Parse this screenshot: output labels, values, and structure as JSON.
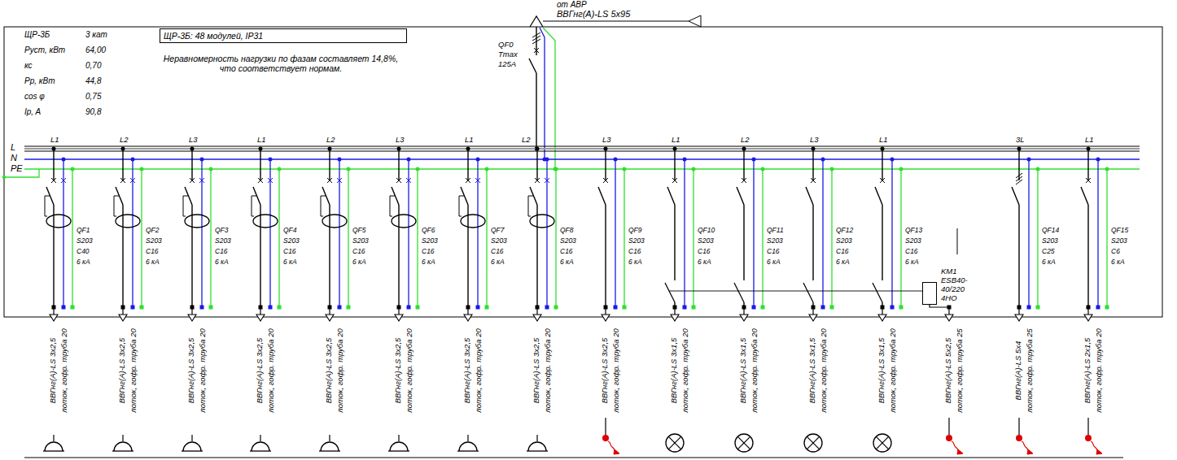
{
  "diagram": {
    "nodes": [
      {
        "text": [
          "ЩР-3Б: 48 модулей, IP31"
        ]
      },
      {
        "text": [
          "KM1 ESB40-40/220 4НО"
        ]
      }
    ],
    "labels": [
      "от АВР",
      "ВВГнг(А)-LS 5х95",
      "ЩР-3Б",
      "3 кат",
      "Руст, кВт",
      "64,00",
      "кс",
      "0,70",
      "Рр, кВт",
      "44,8",
      "cos φ",
      "0,75",
      "Ip, A",
      "90,8",
      "Неравномерность нагрузки по фазам составляет 14,8%, что соответствует нормам.",
      "QF0",
      "Tmax",
      "125A",
      "L",
      "N",
      "PE",
      "L1",
      "QF1",
      "S203",
      "C40",
      "6 кА",
      "L2",
      "QF2",
      "S203",
      "C16",
      "6 кА",
      "L3",
      "QF3",
      "S203",
      "C16",
      "6 кА",
      "L1",
      "QF4",
      "S203",
      "C16",
      "6 кА",
      "L2",
      "QF5",
      "S203",
      "C16",
      "6 кА",
      "L3",
      "QF6",
      "S203",
      "C16",
      "6 кА",
      "L1",
      "QF7",
      "S203",
      "C16",
      "6 кА",
      "L2",
      "QF8",
      "S203",
      "C16",
      "6 кА",
      "L3",
      "QF9",
      "S203",
      "C16",
      "6 кА",
      "L1",
      "QF10",
      "S203",
      "C16",
      "6 кА",
      "L2",
      "QF11",
      "S203",
      "C16",
      "6 кА",
      "L3",
      "QF12",
      "S203",
      "C16",
      "6 кА",
      "L1",
      "QF13",
      "S203",
      "C16",
      "6 кА",
      "3L",
      "QF14",
      "S203",
      "C25",
      "6 кА",
      "L1",
      "QF15",
      "S203",
      "C6",
      "6 кА",
      "ВВГнг(А)-LS 3х2,5",
      "лоток, гофр. труба 20",
      "ВВГнг(А)-LS 3х2,5",
      "лоток, гофр. труба 20",
      "ВВГнг(А)-LS 3х2,5",
      "лоток, гофр. труба 20",
      "ВВГнг(А)-LS 3х2,5",
      "лоток, гофр. труба 20",
      "ВВГнг(А)-LS 3х2,5",
      "лоток, гофр. труба 20",
      "ВВГнг(А)-LS 3х2,5",
      "лоток, гофр. труба 20",
      "ВВГнг(А)-LS 3х2,5",
      "лоток, гофр. труба 20",
      "ВВГнг(А)-LS 3х2,5",
      "лоток, гофр. труба 20",
      "ВВГнг(А)-LS 3х2,5",
      "лоток, гофр. труба 20",
      "ВВГнг(А)-LS 3х1,5",
      "лоток, гофр. труба 20",
      "ВВГнг(А)-LS 3х1,5",
      "лоток, гофр. труба 20",
      "ВВГнг(А)-LS 3х1,5",
      "лоток, гофр. труба 20",
      "ВВГнг(А)-LS 3х1,5",
      "лоток, гофр. труба 20",
      "ВВГнг(А)-LS 5х2,5",
      "лоток, гофр. труба 25",
      "ВВГнг(А)-LS 5х4",
      "лоток, гофр. труба 25",
      "ВВГнг(А)-LS 2х1,5",
      "лоток, гофр. труба 20"
    ]
  }
}
